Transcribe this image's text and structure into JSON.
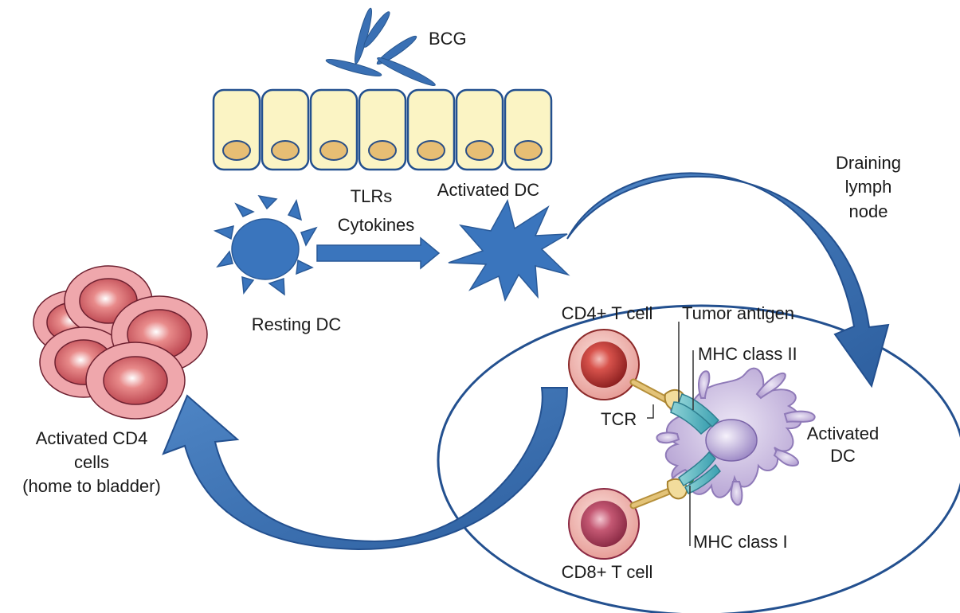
{
  "labels": {
    "bcg": "BCG",
    "tlrs": "TLRs",
    "cytokines": "Cytokines",
    "activated_dc_top": "Activated DC",
    "draining_1": "Draining",
    "draining_2": "lymph",
    "draining_3": "node",
    "resting_dc": "Resting DC",
    "cd4_tcell": "CD4+ T cell",
    "tumor_antigen": "Tumor antigen",
    "mhc_class_2": "MHC class II",
    "tcr": "TCR",
    "activated_dc_right_1": "Activated",
    "activated_dc_right_2": "DC",
    "mhc_class_1": "MHC class I",
    "cd8_tcell": "CD8+ T cell",
    "activated_cd4_1": "Activated CD4",
    "activated_cd4_2": "cells",
    "activated_cd4_3": "(home to bladder)"
  },
  "colors": {
    "arrow_blue": "#3a70b4",
    "epithelium_fill": "#fbf4c4",
    "nucleus_fill": "#e7be74",
    "dc_blue": "#3a75bd",
    "red_cell": "#c9443f",
    "pink_cell": "#efb3ad",
    "purple_dc": "#c6b6df"
  }
}
